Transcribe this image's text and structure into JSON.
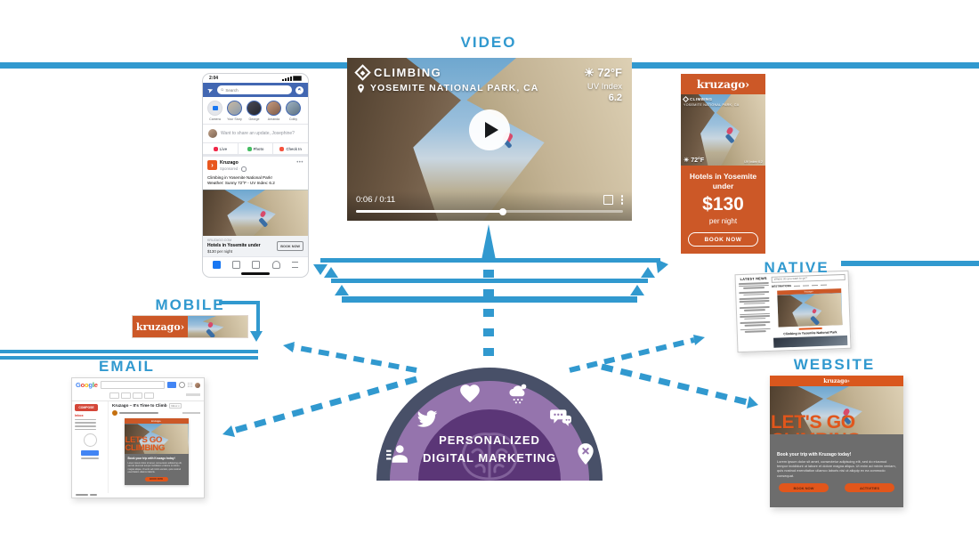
{
  "colors": {
    "accent_blue": "#3199cf",
    "brand_orange": "#cc5827",
    "hero_orange": "#e2561b",
    "facebook_blue": "#4267b2",
    "hub_outer": "#485068",
    "hub_ring": "#9574ad",
    "hub_inner": "#5b3677"
  },
  "channel_labels": {
    "video": "VIDEO",
    "native": "NATIVE",
    "mobile": "MOBILE",
    "email": "EMAIL",
    "website": "WEBSITE"
  },
  "hub": {
    "title_line1": "PERSONALIZED",
    "title_line2": "DIGITAL MARKETING",
    "icons": [
      "profile-card",
      "twitter-bird",
      "heart",
      "weather-rain-sun",
      "chat-bubbles",
      "map-pin-x",
      "brain-watermark"
    ]
  },
  "video_player": {
    "brand": "CLIMBING",
    "location": "YOSEMITE NATIONAL PARK, CA",
    "sun_icon": "☀",
    "temperature": "72°F",
    "uv_label": "UV Index",
    "uv_value": "6.2",
    "time": "0:06 / 0:11",
    "progress_percent": 55
  },
  "display_ad": {
    "logo": "kruzago›",
    "brand": "CLIMBING",
    "location": "YOSEMITE NATIONAL PARK, CA",
    "sun_icon": "☀",
    "temperature": "72°F",
    "uv": "UV Index 6.2",
    "headline": "Hotels in Yosemite under",
    "price": "$130",
    "price_suffix": "per night",
    "cta": "BOOK NOW"
  },
  "facebook": {
    "status_time": "2:04",
    "search_placeholder": "Search",
    "stories": [
      "Camera",
      "Your Story",
      "George",
      "Amanda",
      "Colby"
    ],
    "composer_placeholder": "Want to share an update, Josephine?",
    "actions": [
      "Live",
      "Photo",
      "Check In"
    ],
    "post": {
      "author": "Kruzago",
      "meta": "Sponsored ·",
      "menu_dots": "•••",
      "text_line1": "Climbing in Yosemite National Park!",
      "text_line2": "Weather: Sunny 72°F - UV Index: 6.2",
      "link_domain": "kruzago.com",
      "link_title": "Hotels in Yosemite under",
      "link_subtitle": "$130 per night",
      "cta": "BOOK NOW"
    }
  },
  "mobile_banner": {
    "logo": "kruzago›"
  },
  "email": {
    "logo_letters": [
      "G",
      "o",
      "o",
      "g",
      "l",
      "e"
    ],
    "compose": "COMPOSE",
    "inbox": "Inbox",
    "subject": "Kruzago – It's Time to Climb",
    "inbox_chip": "Inbox x",
    "card": {
      "header": "kruzago›",
      "hero_line1": "LET'S GO",
      "hero_line2": "CLIMBING",
      "heading": "Book your trip with Kruzago today!",
      "body": "Lorem ipsum dolor sit amet, consectetur adipiscing elit, sed do eiusmod tempor incididunt ut labore et dolore magna aliqua. Ut enim ad minim veniam, quis nostrud exercitation ullamco laboris.",
      "cta": "BOOK NOW"
    }
  },
  "website": {
    "logo": "kruzago›",
    "hero_line1": "LET'S GO",
    "hero_line2": "CLIMBING",
    "heading": "Book your trip with Kruzago today!",
    "body": "Lorem ipsum dolor sit amet, consectetur adipiscing elit, sed do eiusmod tempor incididunt ut labore et dolore magna aliqua. Ut enim ad minim veniam, quis nostrud exercitation ullamco laboris nisi ut aliquip ex ea commodo consequat.",
    "cta_primary": "BOOK NOW",
    "cta_secondary": "ACTIVITIES"
  },
  "native": {
    "sidebar_heading": "LATEST NEWS",
    "search_placeholder": "Where do you want to go?",
    "nav_first": "DESTINATIONS",
    "ad_header": "kruzago›",
    "headline": "Climbing in Yosemite National Park"
  }
}
